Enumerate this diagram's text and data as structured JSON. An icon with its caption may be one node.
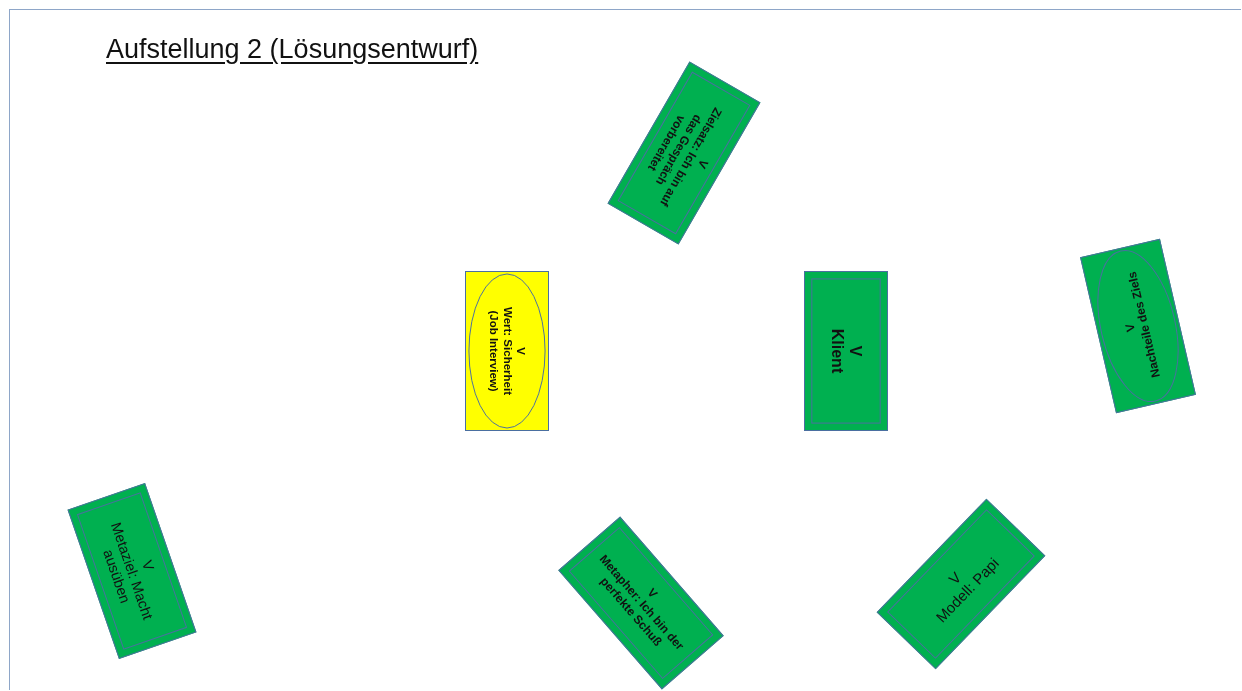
{
  "diagram": {
    "title": "Aufstellung 2 (Lösungsentwurf)",
    "nodes": [
      {
        "text": [
          "V",
          "Zielsatz: Ich bin auf das Gespräch vorbereitet"
        ]
      },
      {
        "text": [
          "V",
          "Wert: Sicherheit (Job Interview)"
        ]
      },
      {
        "text": [
          "V",
          "Klient"
        ]
      },
      {
        "text": [
          "V",
          "Nachteile des Ziels"
        ]
      },
      {
        "text": [
          "V",
          "Metaziel: Macht ausüben"
        ]
      },
      {
        "text": [
          "V",
          "Metapher: Ich bin der perfekte Schuß"
        ]
      },
      {
        "text": [
          "V",
          "Modell: Papi"
        ]
      }
    ]
  }
}
